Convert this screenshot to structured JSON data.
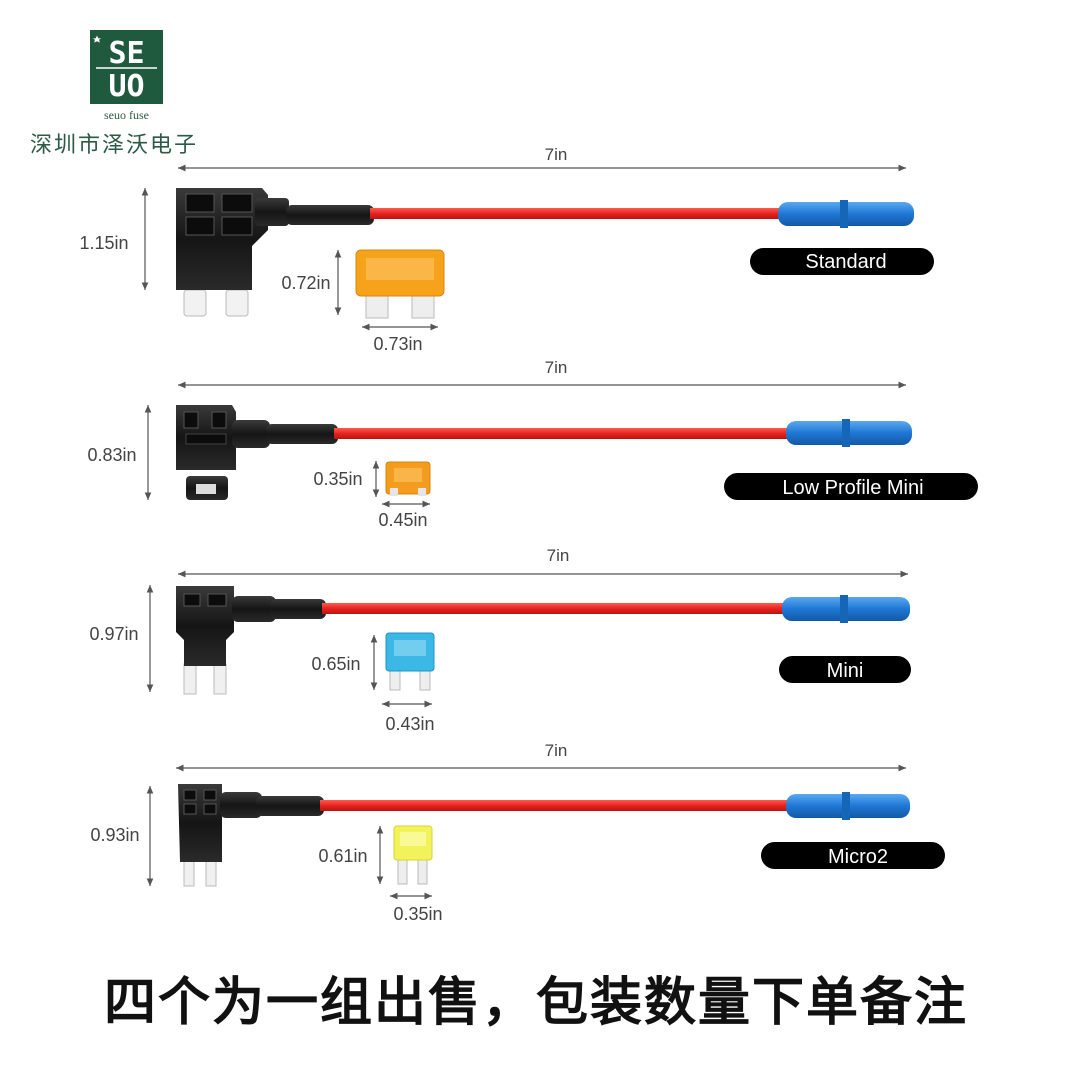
{
  "logo": {
    "top_letters": "SE",
    "bottom_letters": "UO",
    "caption": "seuo fuse",
    "company": "深圳市泽沃电子",
    "color": "#1f5a3f"
  },
  "colors": {
    "wire": "#e8231f",
    "holder": "#1c1c1c",
    "connector": "#1f77d4",
    "label_bg": "#000000",
    "label_text": "#ffffff",
    "dimension": "#555555"
  },
  "rows": [
    {
      "name": "Standard",
      "length_label": "7in",
      "holder_height_label": "1.15in",
      "fuse_height_label": "0.72in",
      "fuse_width_label": "0.73in",
      "fuse_color": "#f7a21b"
    },
    {
      "name": "Low Profile Mini",
      "length_label": "7in",
      "holder_height_label": "0.83in",
      "fuse_height_label": "0.35in",
      "fuse_width_label": "0.45in",
      "fuse_color": "#f39c1e"
    },
    {
      "name": "Mini",
      "length_label": "7in",
      "holder_height_label": "0.97in",
      "fuse_height_label": "0.65in",
      "fuse_width_label": "0.43in",
      "fuse_color": "#3bb8e6"
    },
    {
      "name": "Micro2",
      "length_label": "7in",
      "holder_height_label": "0.93in",
      "fuse_height_label": "0.61in",
      "fuse_width_label": "0.35in",
      "fuse_color": "#f2f25a"
    }
  ],
  "footer": {
    "caption": "四个为一组出售，包装数量下单备注"
  }
}
